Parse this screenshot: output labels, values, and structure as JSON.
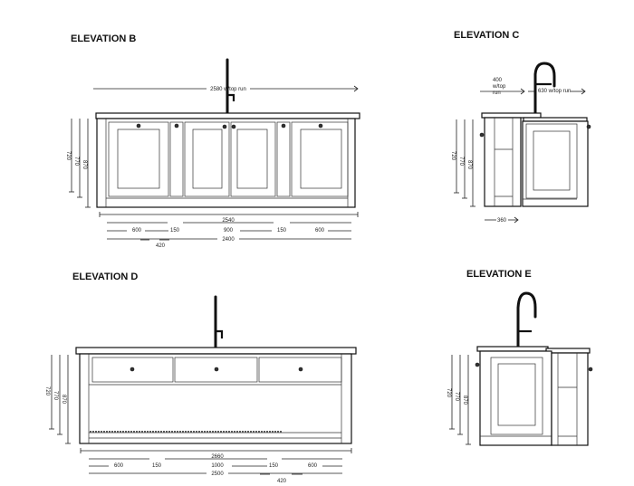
{
  "elevation_b": {
    "title": "ELEVATION B",
    "top_run": "2580 w/top run",
    "heights": [
      "720",
      "770",
      "870"
    ],
    "overall": "2540",
    "segments": [
      "600",
      "150",
      "900",
      "150",
      "600"
    ],
    "inner": "2400",
    "offset": "420"
  },
  "elevation_c": {
    "title": "ELEVATION C",
    "left_run": [
      "400",
      "w/top",
      "run"
    ],
    "right_run": "630 w/top run",
    "heights": [
      "720",
      "770",
      "870"
    ],
    "depth": "360"
  },
  "elevation_d": {
    "title": "ELEVATION D",
    "heights": [
      "720",
      "770",
      "870"
    ],
    "overall": "2660",
    "segments": [
      "600",
      "150",
      "1000",
      "150",
      "600"
    ],
    "inner": "2500",
    "offset": "420"
  },
  "elevation_e": {
    "title": "ELEVATION E",
    "heights": [
      "720",
      "770",
      "870"
    ]
  }
}
